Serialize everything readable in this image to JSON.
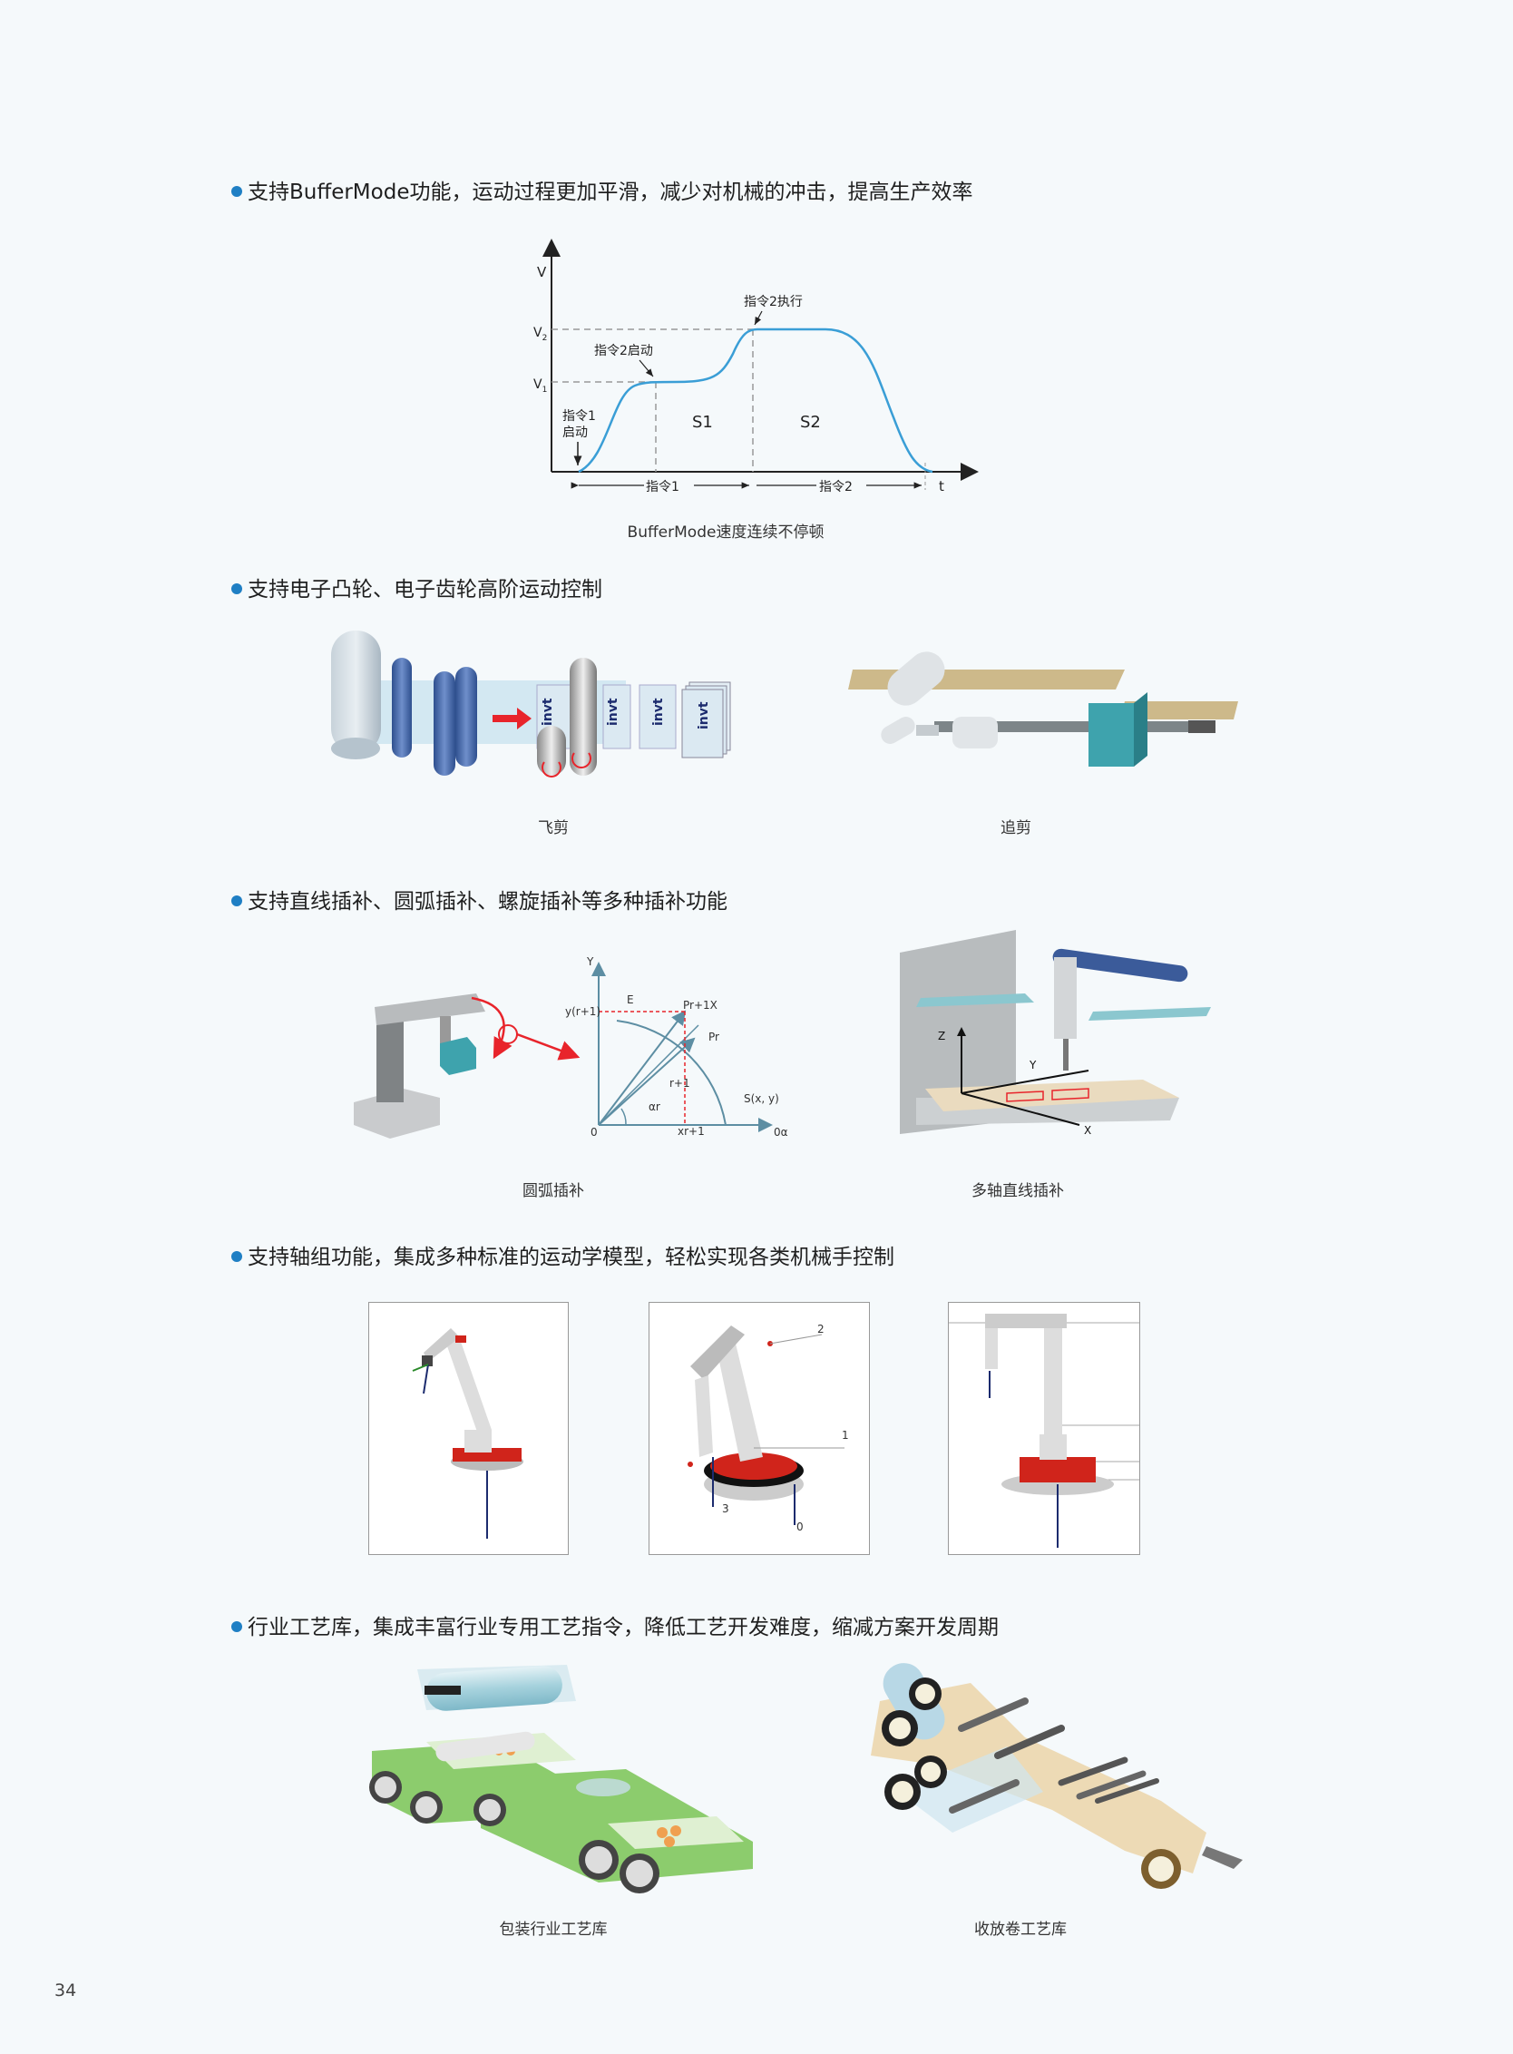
{
  "page_number": "34",
  "sections": [
    {
      "heading": "支持BufferMode功能，运动过程更加平滑，减少对机械的冲击，提高生产效率"
    },
    {
      "heading": "支持电子凸轮、电子齿轮高阶运动控制"
    },
    {
      "heading": "支持直线插补、圆弧插补、螺旋插补等多种插补功能"
    },
    {
      "heading": "支持轴组功能，集成多种标准的运动学模型，轻松实现各类机械手控制"
    },
    {
      "heading": "行业工艺库，集成丰富行业专用工艺指令，降低工艺开发难度，缩减方案开发周期"
    }
  ],
  "buffer_chart": {
    "caption": "BufferMode速度连续不停顿",
    "v_label": "V",
    "v1_label": "V",
    "v1_sub": "1",
    "v2_label": "V",
    "v2_sub": "2",
    "t_label": "t",
    "cmd1_start_line1": "指令1",
    "cmd1_start_line2": "启动",
    "cmd2_start": "指令2启动",
    "cmd2_exec": "指令2执行",
    "s1": "S1",
    "s2": "S2",
    "cmd1_span": "指令1",
    "cmd2_span": "指令2",
    "curve_color": "#3a9ed6"
  },
  "cam": {
    "flying_shear_caption": "飞剪",
    "chasing_shear_caption": "追剪",
    "logo_text": "invt"
  },
  "interp": {
    "arc_caption": "圆弧插补",
    "linear_caption": "多轴直线插补",
    "arc_labels": {
      "y": "Y",
      "e": "E",
      "pr1x": "Pr+1X",
      "pr": "Pr",
      "yr1": "y(r+1)",
      "r1": "r+1",
      "alpha": "αr",
      "o": "0",
      "xr1": "xr+1",
      "s": "S(x, y)",
      "oa": "0α"
    },
    "axis_labels": {
      "z": "Z",
      "y": "Y",
      "x": "X"
    }
  },
  "robots": {
    "labels_mid": {
      "one": "1",
      "two": "2",
      "three": "3",
      "zero": "0"
    }
  },
  "process": {
    "packaging_caption": "包装行业工艺库",
    "winding_caption": "收放卷工艺库"
  }
}
